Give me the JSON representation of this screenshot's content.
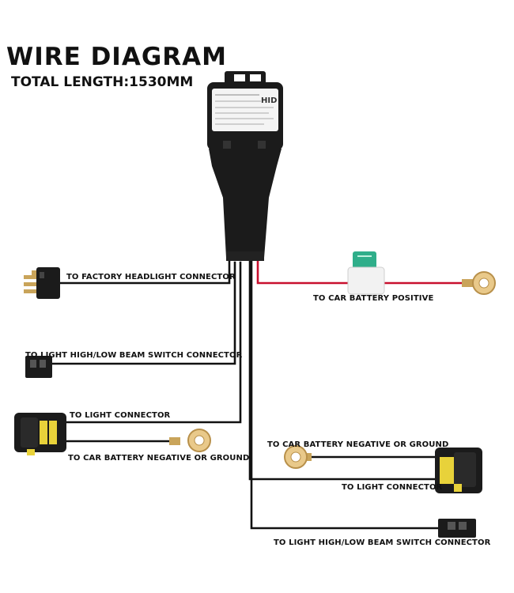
{
  "title": "WIRE DIAGRAM",
  "subtitle": "TOTAL LENGTH:1530MM",
  "relay": {
    "badge": "HID"
  },
  "labels": {
    "factory_headlight": "TO FACTORY HEADLIGHT CONNECTOR",
    "battery_positive": "TO CAR BATTERY POSITIVE",
    "switch_left": "TO LIGHT HIGH/LOW BEAM SWITCH CONNECTOR",
    "light_left": "TO LIGHT CONNECTOR",
    "ground_left": "TO CAR BATTERY NEGATIVE OR GROUND",
    "ground_right": "TO CAR BATTERY NEGATIVE OR GROUND",
    "light_right": "TO LIGHT CONNECTOR",
    "switch_right": "TO LIGHT HIGH/LOW BEAM SWITCH CONNECTOR"
  },
  "colors": {
    "wire_black": "#111111",
    "wire_red": "#c8102e",
    "fuse_green": "#2fae8a",
    "ring_gold": "#e9c98a",
    "connector_yellow": "#e8d23a",
    "relay_body": "#1b1b1b"
  }
}
